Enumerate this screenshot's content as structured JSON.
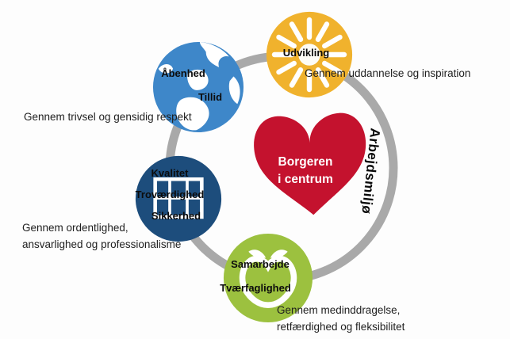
{
  "diagram": {
    "background_color": "#fdfdfd",
    "ring": {
      "label": "Arbejdsmiljø",
      "color": "#a9a9a9"
    },
    "center": {
      "label_line1": "Borgeren",
      "label_line2": "i centrum",
      "color": "#c4122e",
      "text_color": "#ffffff",
      "icon": "heart-icon"
    },
    "nodes": [
      {
        "id": "udvikling",
        "icon": "sun-icon",
        "color": "#f0b22d",
        "labels": [
          "Udvikling"
        ],
        "description_lines": [
          "Gennem uddannelse og inspiration"
        ]
      },
      {
        "id": "aabenhed-tillid",
        "icon": "globe-icon",
        "color": "#3e87c9",
        "labels": [
          "Åbenhed",
          "Tillid"
        ],
        "description_lines": [
          "Gennem trivsel og gensidig respekt"
        ]
      },
      {
        "id": "kvalitet-trovaerdighed-sikkerhed",
        "icon": "window-icon",
        "color": "#1d4d7c",
        "labels": [
          "Kvalitet",
          "Troværdighed",
          "Sikkerhed"
        ],
        "description_lines": [
          "Gennem ordentlighed,",
          "ansvarlighed og professionalisme"
        ]
      },
      {
        "id": "samarbejde-tvaerfaglighed",
        "icon": "apple-icon",
        "color": "#9cc13f",
        "labels": [
          "Samarbejde",
          "Tværfaglighed"
        ],
        "description_lines": [
          "Gennem medinddragelse,",
          "retfærdighed og fleksibilitet"
        ]
      }
    ]
  }
}
